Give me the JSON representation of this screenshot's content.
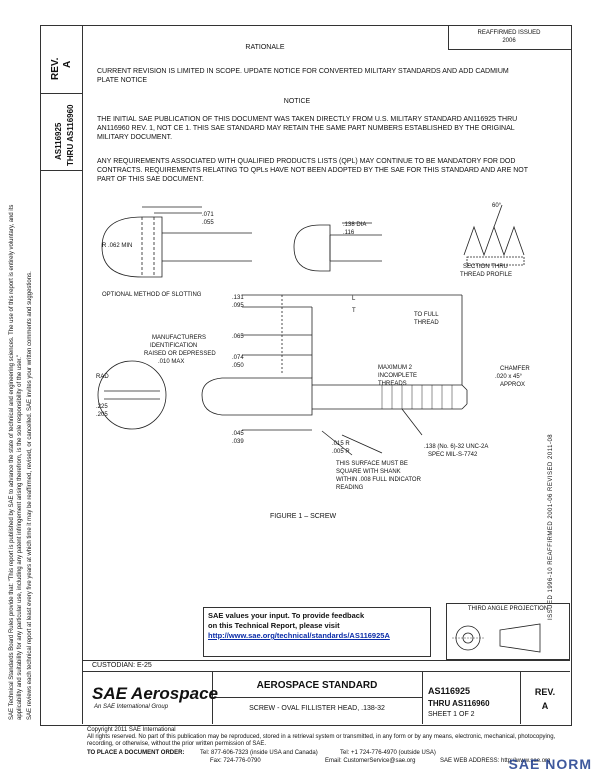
{
  "header": {
    "issued_line1": "REAFFIRMED ISSUED",
    "issued_line2": "2006",
    "rev_label": "REV.",
    "rev_value": "A",
    "doc_number_top": "AS116925",
    "doc_number_bottom": "THRU AS116960"
  },
  "rationale": {
    "title": "RATIONALE",
    "text": "CURRENT REVISION IS LIMITED IN SCOPE. UPDATE NOTICE FOR CONVERTED MILITARY STANDARDS AND ADD CADMIUM PLATE NOTICE"
  },
  "notice": {
    "title": "NOTICE",
    "para1": "THE INITIAL SAE PUBLICATION OF THIS DOCUMENT WAS TAKEN DIRECTLY FROM U.S. MILITARY STANDARD AN116925 THRU AN116960 REV. 1, NOT CE 1. THIS SAE STANDARD MAY RETAIN THE SAME PART NUMBERS ESTABLISHED BY THE ORIGINAL MILITARY DOCUMENT.",
    "para2": "ANY REQUIREMENTS ASSOCIATED WITH QUALIFIED PRODUCTS LISTS (QPL) MAY CONTINUE TO BE MANDATORY FOR DOD CONTRACTS. REQUIREMENTS RELATING TO QPLs HAVE NOT BEEN ADOPTED BY THE SAE FOR THIS STANDARD AND ARE NOT PART OF THIS SAE DOCUMENT."
  },
  "drawing": {
    "dim_071": ".071",
    "dim_055": ".055",
    "dim_radius": "R .062 MIN",
    "optional_slotting": "OPTIONAL METHOD OF SLOTTING",
    "dim_138": ".138 DIA",
    "dim_116": ".116",
    "dim_131": ".131",
    "dim_095": ".095",
    "dim_065": ".065",
    "dim_074": ".074",
    "dim_050": ".050",
    "dim_225": ".225",
    "dim_205": ".205",
    "dim_045": ".045",
    "dim_039": ".039",
    "dim_015": ".015 R",
    "dim_005": ".005 R",
    "dim_60": "60°",
    "section_label_1": "SECTION THRU",
    "section_label_2": "THREAD PROFILE",
    "label_l": "L",
    "label_t": "T",
    "to_full": "TO FULL",
    "thread": "THREAD",
    "mfr_ident_1": "MANUFACTURERS",
    "mfr_ident_2": "IDENTIFICATION",
    "mfr_ident_3": "RAISED OR DEPRESSED",
    "mfr_ident_4": ".010 MAX",
    "rad_label": "RAD",
    "max_incomplete_1": "MAXIMUM 2",
    "max_incomplete_2": "INCOMPLETE",
    "max_incomplete_3": "THREADS",
    "chamfer_1": "CHAMFER",
    "chamfer_2": ".020 x 45°",
    "chamfer_3": "APPROX",
    "thread_spec_1": ".138 (No. 6)-32 UNC-2A",
    "thread_spec_2": "SPEC MIL-S-7742",
    "surface_1": "THIS SURFACE MUST BE",
    "surface_2": "SQUARE WITH SHANK",
    "surface_3": "WITHIN .008 FULL INDICATOR",
    "surface_4": "READING",
    "figure_caption": "FIGURE 1 – SCREW"
  },
  "side_margins": {
    "left_text_1": "SAE Technical Standards Board Rules provide that: \"This report is published by SAE to advance the state of technical and engineering sciences. The use of this report is entirely voluntary, and its applicability and suitability for any particular use, including any patent infringement arising therefrom, is the sole responsibility of the user.\"",
    "left_text_2": "SAE reviews each technical report at least every five years at which time it may be reaffirmed, revised, or cancelled. SAE invites your written comments and suggestions.",
    "right_text": "ISSUED 1996-10    REAFFIRMED 2001-06    REVISED 2011-08"
  },
  "feedback": {
    "line1": "SAE values your input. To provide feedback",
    "line2": "on this Technical Report, please visit",
    "link": "http://www.sae.org/technical/standards/AS116925A"
  },
  "projection": {
    "label": "THIRD ANGLE PROJECTION"
  },
  "title_block": {
    "custodian": "CUSTODIAN: E-25",
    "brand": "SAE Aerospace",
    "brand_sub": "An SAE International Group",
    "standard_type": "AEROSPACE STANDARD",
    "description": "SCREW - OVAL FILLISTER HEAD, .138-32",
    "doc_top": "AS116925",
    "doc_bottom": "THRU AS116960",
    "sheet": "SHEET 1 OF 2",
    "rev_label": "REV.",
    "rev_value": "A"
  },
  "footer": {
    "copyright": "Copyright 2011 SAE International",
    "rights": "All rights reserved. No part of this publication may be reproduced, stored in a retrieval system or transmitted, in any form or by any means, electronic, mechanical, photocopying, recording, or otherwise, without the prior written permission of SAE.",
    "order_label": "TO PLACE A DOCUMENT ORDER:",
    "tel": "Tel: 877-606-7323 (inside USA and Canada)",
    "tel2": "Tel: +1 724-776-4970 (outside USA)",
    "fax": "Fax: 724-776-0790",
    "email": "Email: CustomerService@sae.org",
    "web": "SAE WEB ADDRESS: http://www.sae.org"
  },
  "watermark": {
    "text": "SAE NORM"
  },
  "colors": {
    "link": "#0a2ca8",
    "ink": "#111111"
  }
}
